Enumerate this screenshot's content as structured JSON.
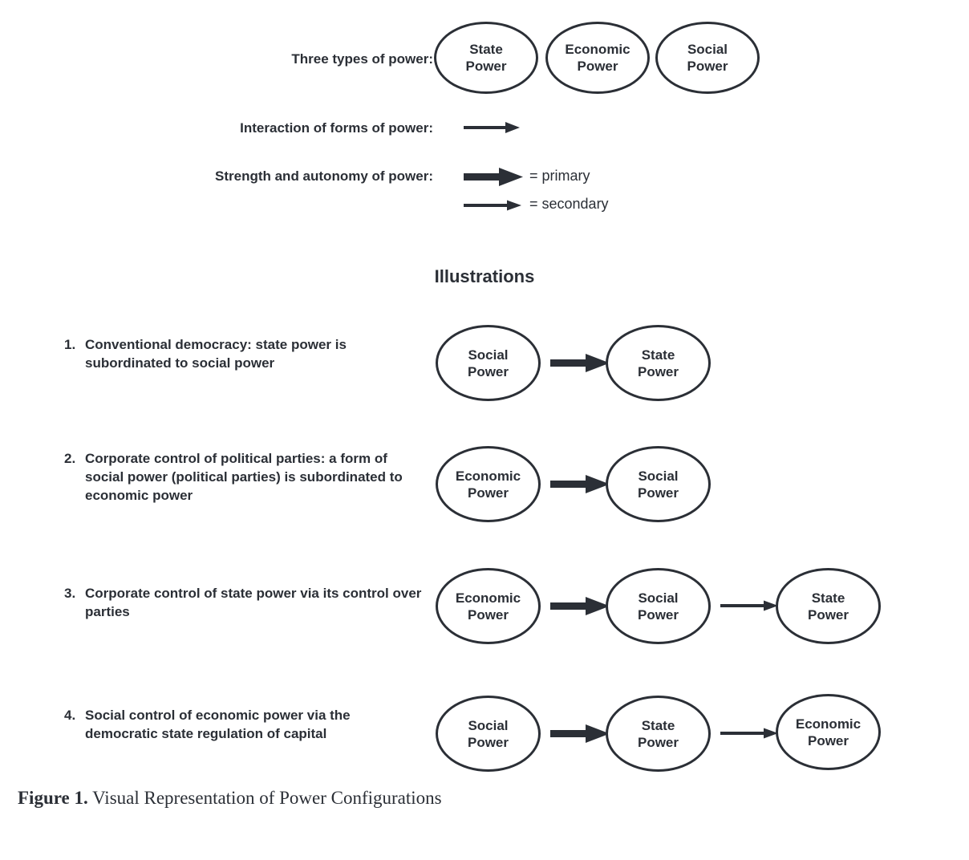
{
  "legend": {
    "rows": [
      {
        "label": "Three types of power:"
      },
      {
        "label": "Interaction of forms of power:"
      },
      {
        "label": "Strength and autonomy of power:"
      }
    ],
    "type_ovals": [
      {
        "line1": "State",
        "line2": "Power"
      },
      {
        "line1": "Economic",
        "line2": "Power"
      },
      {
        "line1": "Social",
        "line2": "Power"
      }
    ],
    "strength": [
      {
        "kind": "primary",
        "label": "= primary"
      },
      {
        "kind": "secondary",
        "label": "= secondary"
      }
    ]
  },
  "illustrations": {
    "heading": "Illustrations",
    "items": [
      {
        "number": "1.",
        "text": "Conventional democracy: state power is subordinated to social power",
        "nodes": [
          {
            "line1": "Social",
            "line2": "Power"
          },
          {
            "line1": "State",
            "line2": "Power"
          }
        ],
        "arrows": [
          "primary"
        ]
      },
      {
        "number": "2.",
        "text": "Corporate control of political parties: a form of social power (political parties) is subordinated to economic power",
        "nodes": [
          {
            "line1": "Economic",
            "line2": "Power"
          },
          {
            "line1": "Social",
            "line2": "Power"
          }
        ],
        "arrows": [
          "primary"
        ]
      },
      {
        "number": "3.",
        "text": "Corporate control of state power via its control over parties",
        "nodes": [
          {
            "line1": "Economic",
            "line2": "Power"
          },
          {
            "line1": "Social",
            "line2": "Power"
          },
          {
            "line1": "State",
            "line2": "Power"
          }
        ],
        "arrows": [
          "primary",
          "secondary"
        ]
      },
      {
        "number": "4.",
        "text": "Social control of economic power via the democratic state regulation of capital",
        "nodes": [
          {
            "line1": "Social",
            "line2": "Power"
          },
          {
            "line1": "State",
            "line2": "Power"
          },
          {
            "line1": "Economic",
            "line2": "Power"
          }
        ],
        "arrows": [
          "primary",
          "secondary"
        ]
      }
    ]
  },
  "caption": {
    "bold": "Figure 1.",
    "rest": " Visual Representation of Power Configurations"
  },
  "colors": {
    "ink": "#2b2f36",
    "background": "#ffffff"
  }
}
